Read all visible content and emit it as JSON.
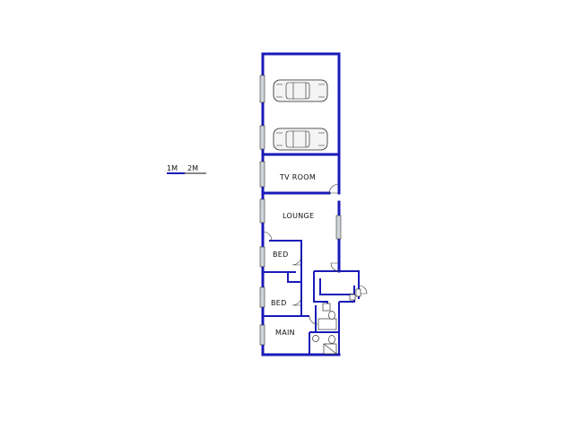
{
  "scale_bar": {
    "label_1": "1M",
    "label_2": "2M",
    "color_primary": "#1a1ab8",
    "color_secondary": "#888888"
  },
  "rooms": {
    "tv_room": "TV ROOM",
    "lounge": "LOUNGE",
    "bed_1": "BED",
    "bed_2": "BED",
    "main": "MAIN"
  },
  "colors": {
    "wall": "#1a1ab8",
    "window": "#cfd4d8",
    "background": "#ffffff"
  },
  "icons": {
    "vehicle": "car-icon",
    "door": "door-swing-icon",
    "window": "window-icon",
    "toilet": "toilet-icon",
    "basin": "basin-icon",
    "shower": "shower-icon"
  }
}
